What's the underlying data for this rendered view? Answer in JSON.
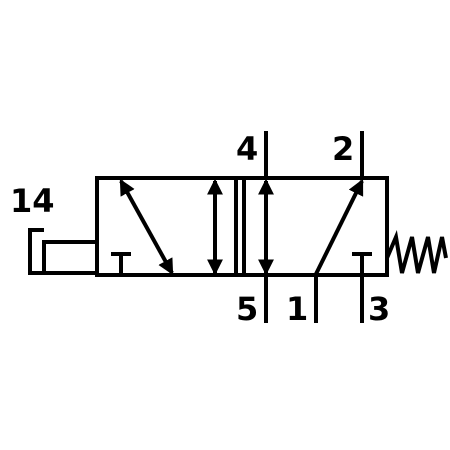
{
  "diagram": {
    "ports": {
      "p4": "4",
      "p2": "2",
      "p14": "14",
      "p5": "5",
      "p1": "1",
      "p3": "3"
    },
    "colors": {
      "stroke": "#000000",
      "background": "#ffffff"
    },
    "symbols": {
      "actuator_left": "pilot-plunger-icon",
      "actuator_right": "spring-return-icon"
    }
  }
}
